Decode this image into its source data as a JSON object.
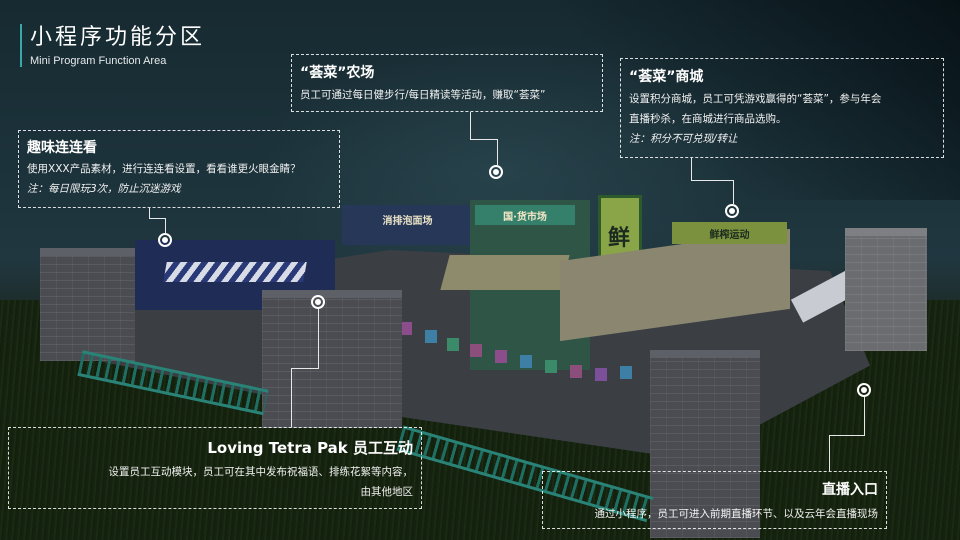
{
  "page": {
    "title": "小程序功能分区",
    "subtitle": "Mini Program Function Area"
  },
  "callouts": {
    "farm": {
      "title": "“荟菜”农场",
      "desc": "员工可通过每日健步行/每日精读等活动，赚取“荟菜”"
    },
    "mall": {
      "title": "“荟菜”商城",
      "desc_line1": "设置积分商城，员工可凭游戏赢得的“荟菜”，参与年会",
      "desc_line2": "直播秒杀，在商城进行商品选购。",
      "note": "注：积分不可兑现/转让"
    },
    "match_game": {
      "title": "趣味连连看",
      "desc": "使用XXX产品素材，进行连连看设置，看看谁更火眼金睛？",
      "note": "注：每日限玩3次，防止沉迷游戏"
    },
    "interaction": {
      "title": "Loving Tetra Pak 员工互动",
      "desc_line1": "设置员工互动模块，员工可在其中发布祝福语、排练花絮等内容，",
      "desc_line2": "由其他地区"
    },
    "live": {
      "title": "直播入口",
      "desc": "通过小程序，员工可进入前期直播环节、以及云年会直播现场"
    }
  },
  "scene": {
    "signs": {
      "noodle_shop": "消排泡面场",
      "market": "国·货市场",
      "fresh": "鲜",
      "juice": "鲜榨运动"
    }
  },
  "colors": {
    "accent_bar": "#3aa8a8",
    "text": "#ffffff",
    "sky_top": "#172a31",
    "grass": "#15220f"
  }
}
